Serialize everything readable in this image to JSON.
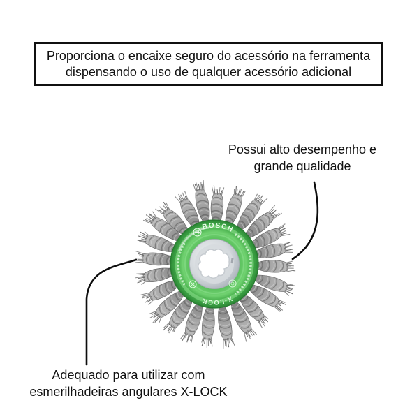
{
  "annotations": {
    "top_box": {
      "line1": "Proporciona o encaixe seguro do acessório na ferramenta",
      "line2": "dispensando o uso de qualquer acessório adicional"
    },
    "right_callout": {
      "line1": "Possui alto desempenho e",
      "line2": "grande qualidade"
    },
    "bottom_callout": {
      "line1": "Adequado para utilizar com",
      "line2": "esmerilhadeiras angulares X-LOCK"
    }
  },
  "product": {
    "hub": {
      "brand": "BOSCH",
      "mount_label": "X-LOCK"
    },
    "knot_count": 24,
    "colors": {
      "hub_green": "#4db152",
      "hub_green_dark": "#2a8333",
      "hub_green_light": "#8fe191",
      "wire_gray": "#9a9a9a",
      "metal_silver": "#d6dade",
      "callout_line": "#0d0d0d",
      "text": "#111111"
    }
  }
}
